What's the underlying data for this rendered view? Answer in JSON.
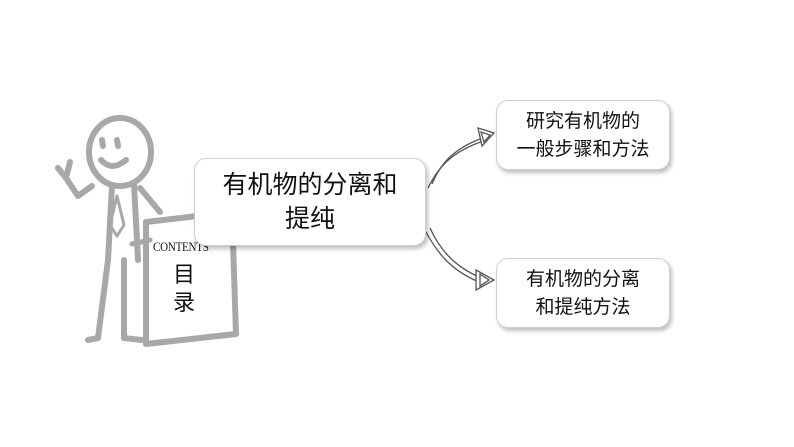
{
  "board": {
    "contents_label": "CONTENTS",
    "title_char_1": "目",
    "title_char_2": "录"
  },
  "mindmap": {
    "central_node": {
      "line1": "有机物的分离和",
      "line2": "提纯"
    },
    "branches": [
      {
        "line1": "研究有机物的",
        "line2": "一般步骤和方法"
      },
      {
        "line1": "有机物的分离",
        "line2": "和提纯方法"
      }
    ]
  },
  "colors": {
    "stick_figure": "#a8a8a8",
    "node_border": "#cfcfcf",
    "text": "#111111",
    "arrow": "#555555"
  }
}
